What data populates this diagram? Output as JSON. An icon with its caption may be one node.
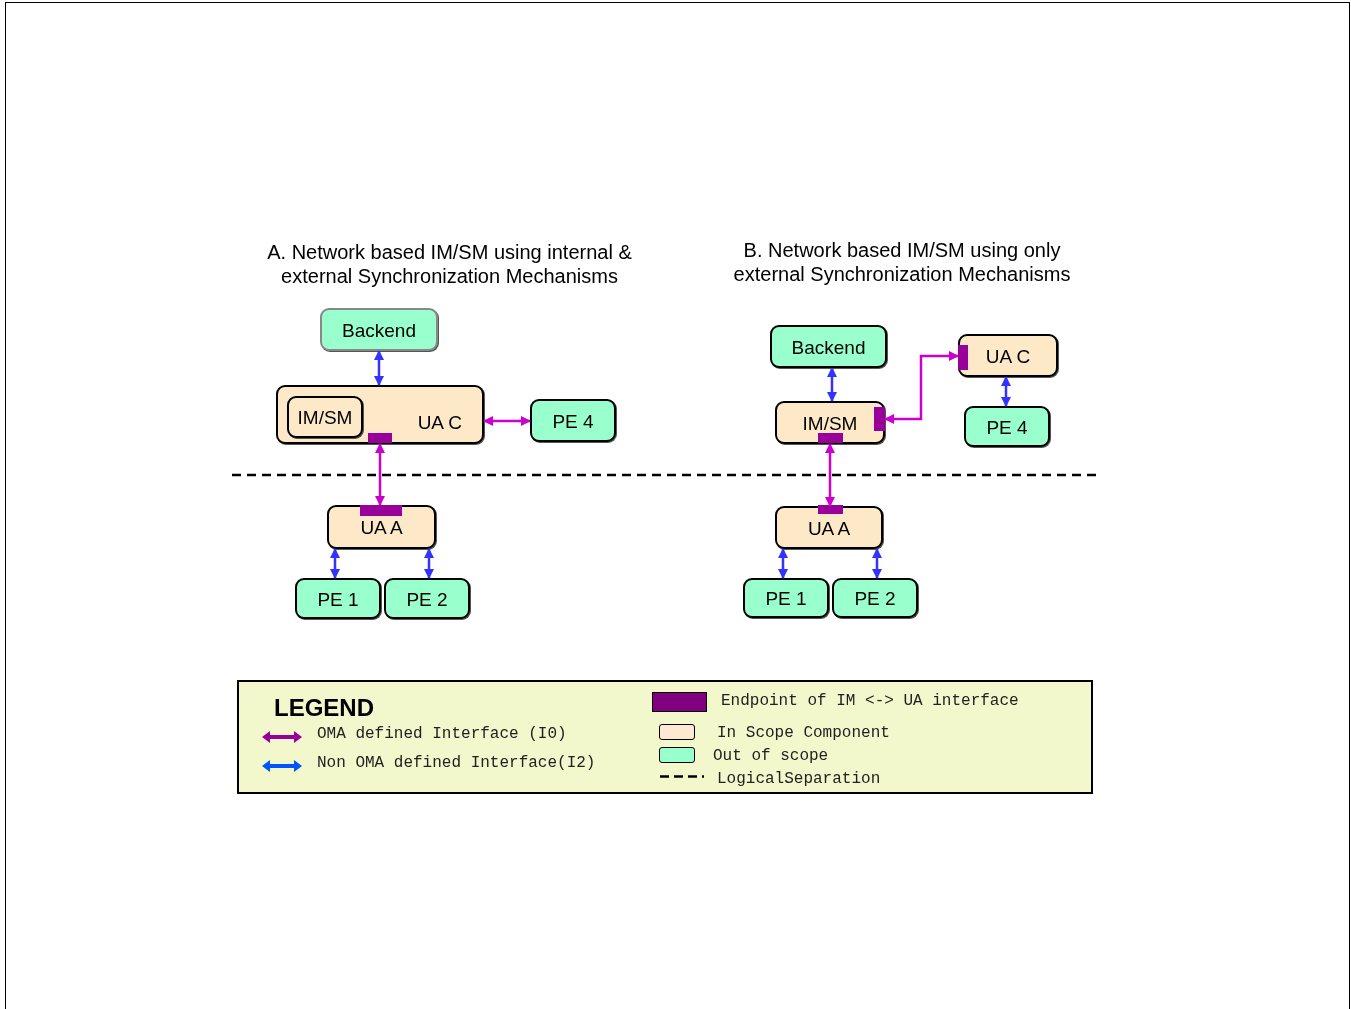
{
  "diagram": {
    "nodes": [
      {
        "text": [
          "Backend"
        ]
      },
      {
        "text": [
          "UA C"
        ]
      },
      {
        "text": [
          "IM/SM"
        ],
        "in": 1
      },
      {
        "text": [
          "PE 4"
        ]
      },
      {
        "text": [
          "UA A"
        ]
      },
      {
        "text": [
          "PE 1"
        ]
      },
      {
        "text": [
          "PE 2"
        ]
      },
      {
        "text": [
          "Backend"
        ]
      },
      {
        "text": [
          "IM/SM"
        ]
      },
      {
        "text": [
          "UA C"
        ]
      },
      {
        "text": [
          "PE 4"
        ]
      },
      {
        "text": [
          "UA A"
        ]
      },
      {
        "text": [
          "PE 1"
        ]
      },
      {
        "text": [
          "PE 2"
        ]
      }
    ],
    "edges": [
      {
        "from": 0,
        "to": 1,
        "arrow": "both"
      },
      {
        "from": 1,
        "to": 3,
        "arrow": "both",
        "color": "#cc00cc"
      },
      {
        "from": 1,
        "to": 4,
        "arrow": "both",
        "color": "#cc00cc"
      },
      {
        "from": 4,
        "to": 5,
        "arrow": "both"
      },
      {
        "from": 4,
        "to": 6,
        "arrow": "both"
      },
      {
        "from": 7,
        "to": 8,
        "arrow": "both"
      },
      {
        "from": 8,
        "to": 9,
        "arrow": "both",
        "color": "#cc00cc"
      },
      {
        "from": 9,
        "to": 10,
        "arrow": "both"
      },
      {
        "from": 8,
        "to": 11,
        "arrow": "both",
        "color": "#cc00cc"
      },
      {
        "from": 11,
        "to": 12,
        "arrow": "both"
      },
      {
        "from": 11,
        "to": 13,
        "arrow": "both"
      }
    ],
    "labels": [
      "A. Network based IM/SM using internal & external Synchronization Mechanisms",
      "B. Network based IM/SM using only external Synchronization Mechanisms",
      "LEGEND"
    ],
    "legend": [
      {
        "text": "OMA defined Interface (I0)"
      },
      {
        "text": "Non OMA defined Interface(I2)"
      },
      {
        "text": "Endpoint of IM <-> UA interface",
        "color": "#800080"
      },
      {
        "text": "In Scope Component",
        "color": "#fde9d0"
      },
      {
        "text": "Out of scope",
        "color": "#99ffcc"
      },
      {
        "text": "LogicalSeparation"
      }
    ]
  }
}
